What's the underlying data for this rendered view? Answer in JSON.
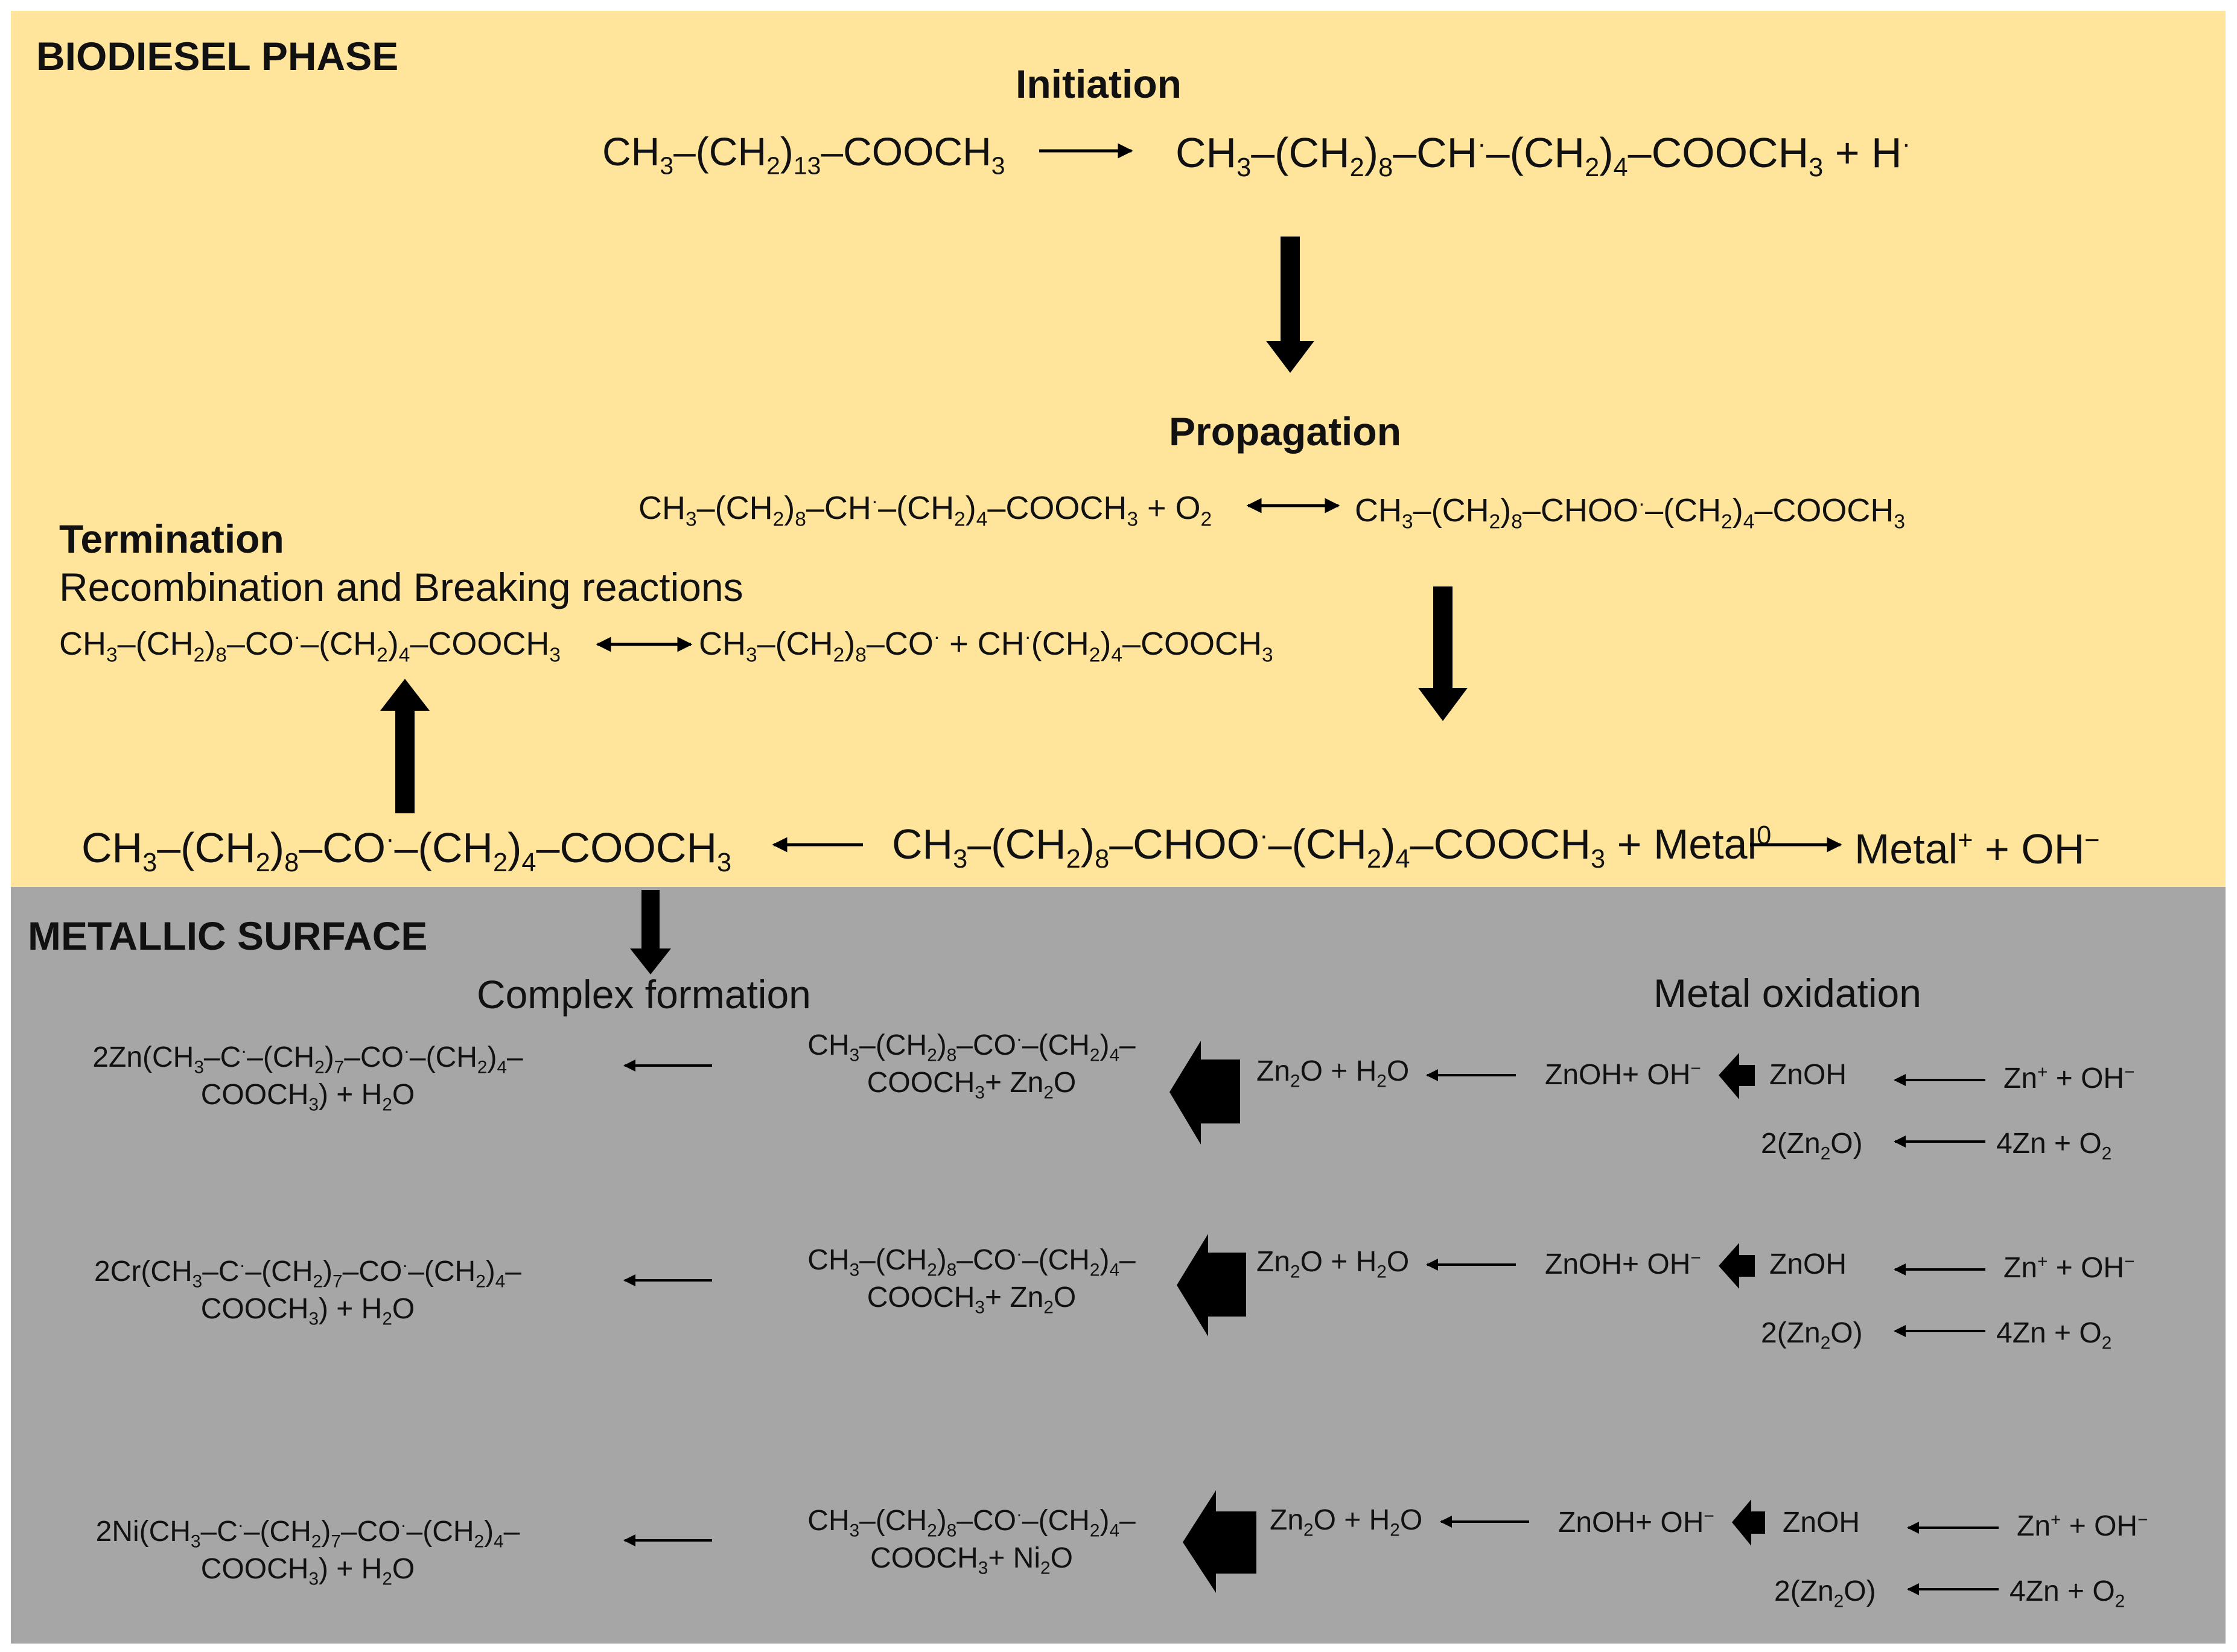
{
  "headings": {
    "biodiesel_phase": "BIODIESEL PHASE",
    "metallic_surface": "METALLIC SURFACE",
    "initiation": "Initiation",
    "propagation": "Propagation",
    "termination": "Termination",
    "recombination": "Recombination and Breaking reactions",
    "complex_formation": "Complex formation",
    "metal_oxidation": "Metal oxidation"
  },
  "row_labels": {
    "zn_complex": "2Zn(CH3–C·–(CH2)7–CO·–(CH2)4–COOCH3) + H2O",
    "cr_complex": "2Cr(CH3–C·–(CH2)7–CO·–(CH2)4–COOCH3) + H2O",
    "ni_complex": "2Ni(CH3–C·–(CH2)7–CO·–(CH2)4–COOCH3) + H2O",
    "zn2o_intermediate": "CH3–(CH2)8–CO·–(CH2)4–COOCH3 + Zn2O",
    "ni2o_intermediate": "CH3–(CH2)8–CO·–(CH2)4–COOCH3 + Ni2O",
    "zn2o_water": "Zn2O + H2O",
    "znoh_oh": "ZnOH + OH−",
    "znoh": "ZnOH",
    "zn_plus_oh": "Zn+ + OH−",
    "two_zn2o": "2(Zn2O)",
    "four_zn_o2": "4Zn + O2"
  }
}
